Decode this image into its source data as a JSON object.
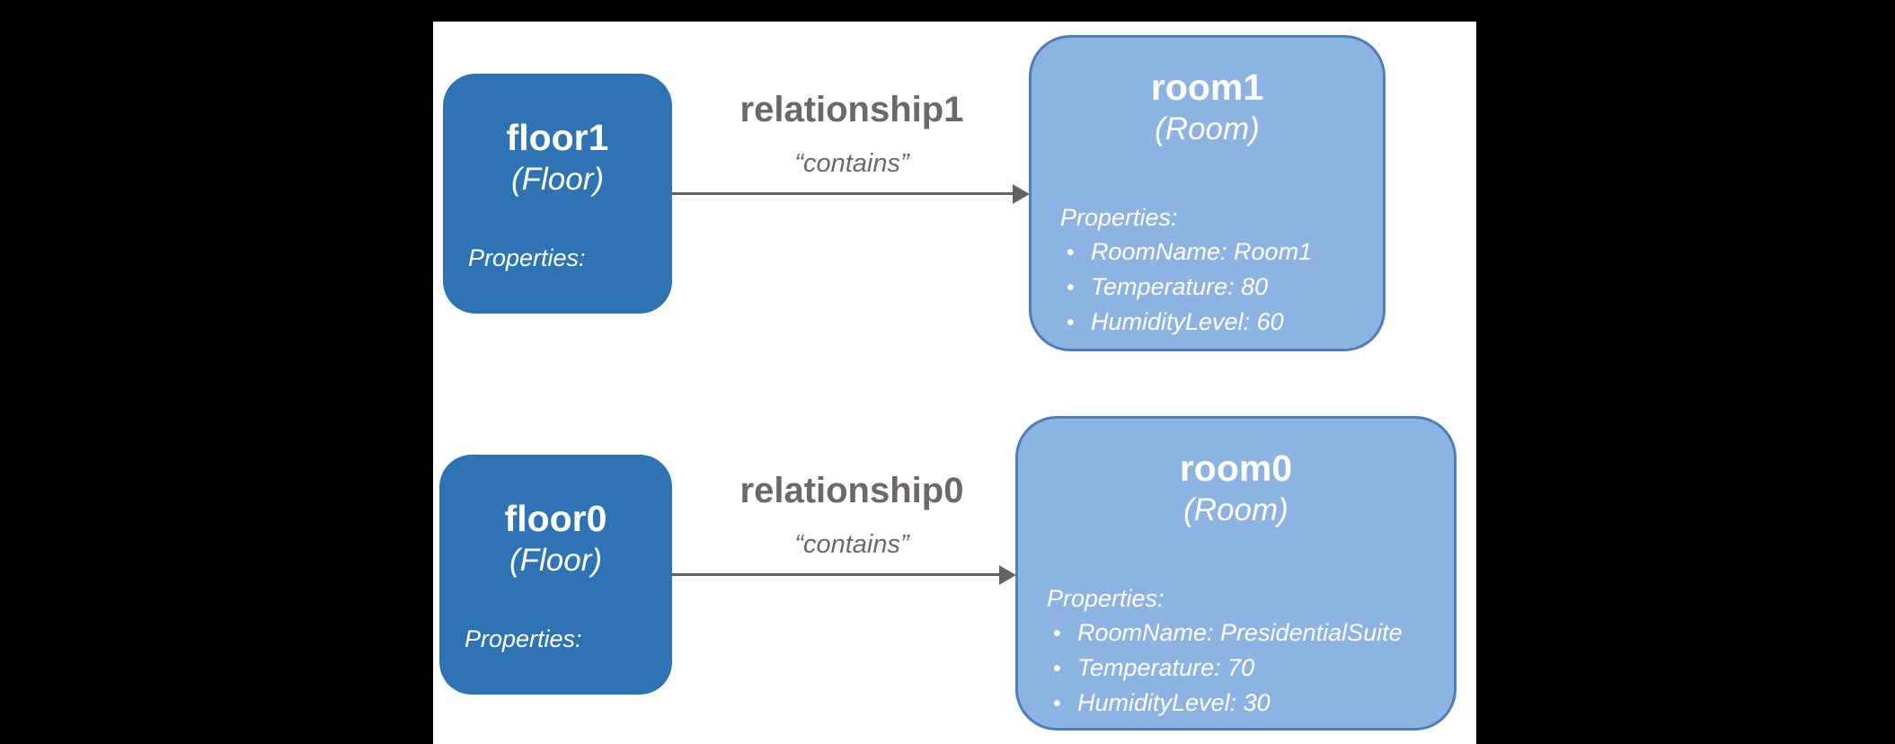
{
  "diagram": {
    "bullet": "•",
    "colors": {
      "background": "#000000",
      "canvas": "#ffffff",
      "floor_fill": "#2e74b4",
      "room_fill": "#8db3e2",
      "room_border": "#4e7dba",
      "relationship_text": "#6d6868",
      "arrow": "#636363",
      "entity_text": "#ffffff"
    },
    "rows": [
      {
        "source": {
          "name": "floor1",
          "model": "(Floor)",
          "properties_label": "Properties:"
        },
        "relationship": {
          "name": "relationship1",
          "predicate": "“contains”"
        },
        "target": {
          "name": "room1",
          "model": "(Room)",
          "properties_label": "Properties:",
          "properties": [
            "RoomName: Room1",
            "Temperature: 80",
            "HumidityLevel: 60"
          ]
        }
      },
      {
        "source": {
          "name": "floor0",
          "model": "(Floor)",
          "properties_label": "Properties:"
        },
        "relationship": {
          "name": "relationship0",
          "predicate": "“contains”"
        },
        "target": {
          "name": "room0",
          "model": "(Room)",
          "properties_label": "Properties:",
          "properties": [
            "RoomName: PresidentialSuite",
            "Temperature: 70",
            "HumidityLevel: 30"
          ]
        }
      }
    ]
  }
}
